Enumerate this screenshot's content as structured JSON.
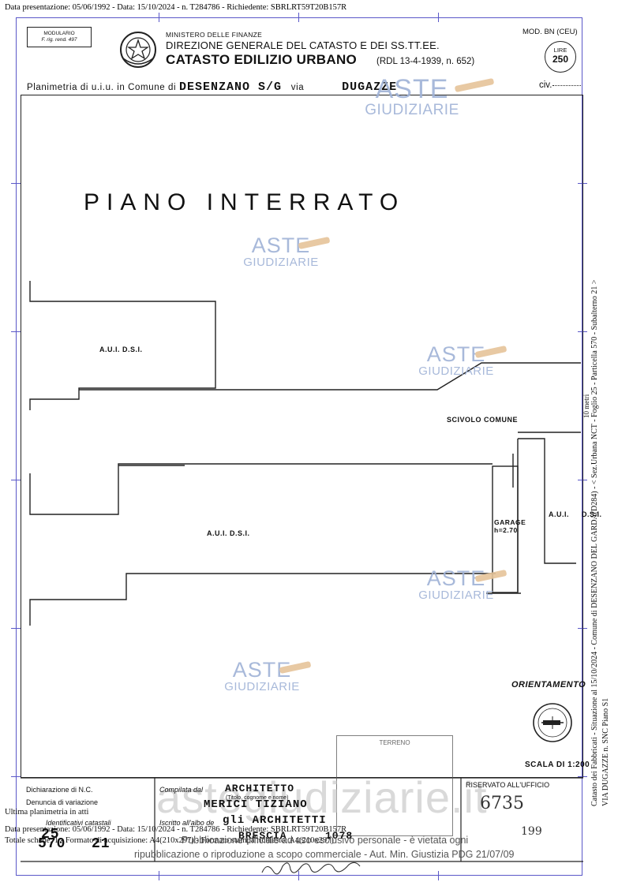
{
  "top_line": "Data presentazione: 05/06/1992 - Data: 15/10/2024 - n. T284786 - Richiedente: SBRLRT59T20B157R",
  "header": {
    "modulario_line1": "MODULARIO",
    "modulario_line2": "F. rig. rend. 497",
    "ministry": "MINISTERO DELLE FINANZE",
    "direction": "DIREZIONE GENERALE DEL CATASTO E DEI SS.TT.EE.",
    "catasto": "CATASTO EDILIZIO URBANO",
    "rdl": "(RDL 13-4-1939, n. 652)",
    "mod": "MOD. BN (CEU)",
    "lire_label": "LIRE",
    "lire_value": "250"
  },
  "plan_row": {
    "prefix": "Planimetria di u.i.u. in Comune di",
    "comune": "DESENZANO S/G",
    "via_label": "via",
    "via": "DUGAZZE",
    "civ_label": "civ."
  },
  "drawing": {
    "title": "PIANO   INTERRATO",
    "label_aui_top": "A.U.I.   D.S.I.",
    "label_aui_main": "A.U.I.   D.S.I.",
    "label_aui_right": "A.U.I.",
    "label_dsi_right": "D.S.I.",
    "label_scivolo": "SCIVOLO     COMUNE",
    "label_garage": "GARAGE",
    "label_height": "h=2.70",
    "orientamento": "ORIENTAMENTO",
    "scala": "SCALA DI 1:200",
    "scale_side": "10 metri"
  },
  "watermark": {
    "aste": "ASTE",
    "giudiziarie": "GIUDIZIARIE",
    "site": "astegiudiziarie.it"
  },
  "side_text": {
    "line1": "Catasto dei Fabbricati - Situazione al 15/10/2024 - Comune di DESENZANO DEL GARDA(D284) - < Sez.Urbana NCT - Foglio 25 - Particella 570 - Subalterno 21 >",
    "line2": "VIA DUGAZZE n. SNC Piano S1"
  },
  "bottom": {
    "dich_nc": "Dichiarazione di N.C.",
    "denuncia": "Denuncia di variazione",
    "identificativi": "Identificativi catastali",
    "compilata": "Compilata dal",
    "compilata_value": "ARCHITETTO",
    "titolo_note": "(Titolo, cognome e nome)",
    "name": "MERICI   TIZIANO",
    "iscritto": "Iscritto all'albo de",
    "albo": "gli    ARCHITETTI",
    "provincia": "BRESCIA",
    "numero": "1078",
    "riservato": "RISERVATO ALL'UFFICIO",
    "ufficio_num": "6735",
    "ufficio_date": "199",
    "foglio": "25",
    "particella": "570",
    "sub": "21",
    "ultima": "Ultima planimetria in atti",
    "overlay_line": "Data presentazione: 05/06/1992 - Data: 15/10/2024 - n. T284786 - Richiedente: SBRLRT59T20B157R",
    "totale": "Totale schede: 1 - Formato di acquisizione: A4(210x297) - Formato stampa richiesto: A4(210x297)",
    "pubblicazione": "Pubblicazione ufficiale ad uso esclusivo personale - è vietata ogni",
    "ripubblicazione": "ripubblicazione o riproduzione a scopo commerciale - Aut. Min. Giustizia PDG 21/07/09",
    "terreno": "TERRENO"
  }
}
